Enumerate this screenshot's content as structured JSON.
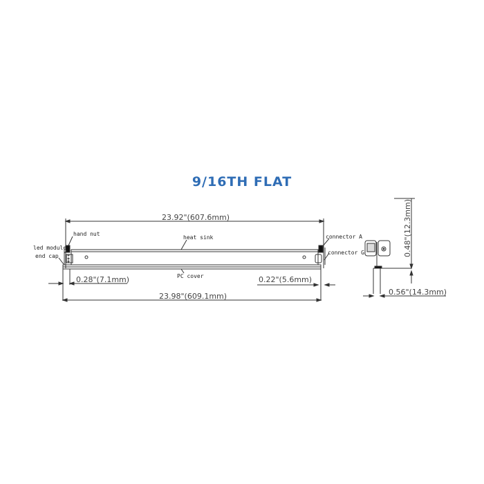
{
  "title": "9/16TH FLAT",
  "colors": {
    "title": "#2f6db5",
    "lines": "#333333"
  },
  "dimensions": {
    "top_length": "23.92\"(607.6mm)",
    "bottom_length": "23.98\"(609.1mm)",
    "left_offset": "0.28\"(7.1mm)",
    "right_offset": "0.22\"(5.6mm)",
    "height": "0.48\"(12.3mm)",
    "width": "0.56\"(14.3mm)"
  },
  "labels": {
    "hand_nut": "hand nut",
    "led_module": "led module",
    "end_cap": "end cap",
    "heat_sink": "heat sink",
    "connector_a": "connector A",
    "connector_g": "connector G",
    "pc_cover": "PC cover"
  }
}
